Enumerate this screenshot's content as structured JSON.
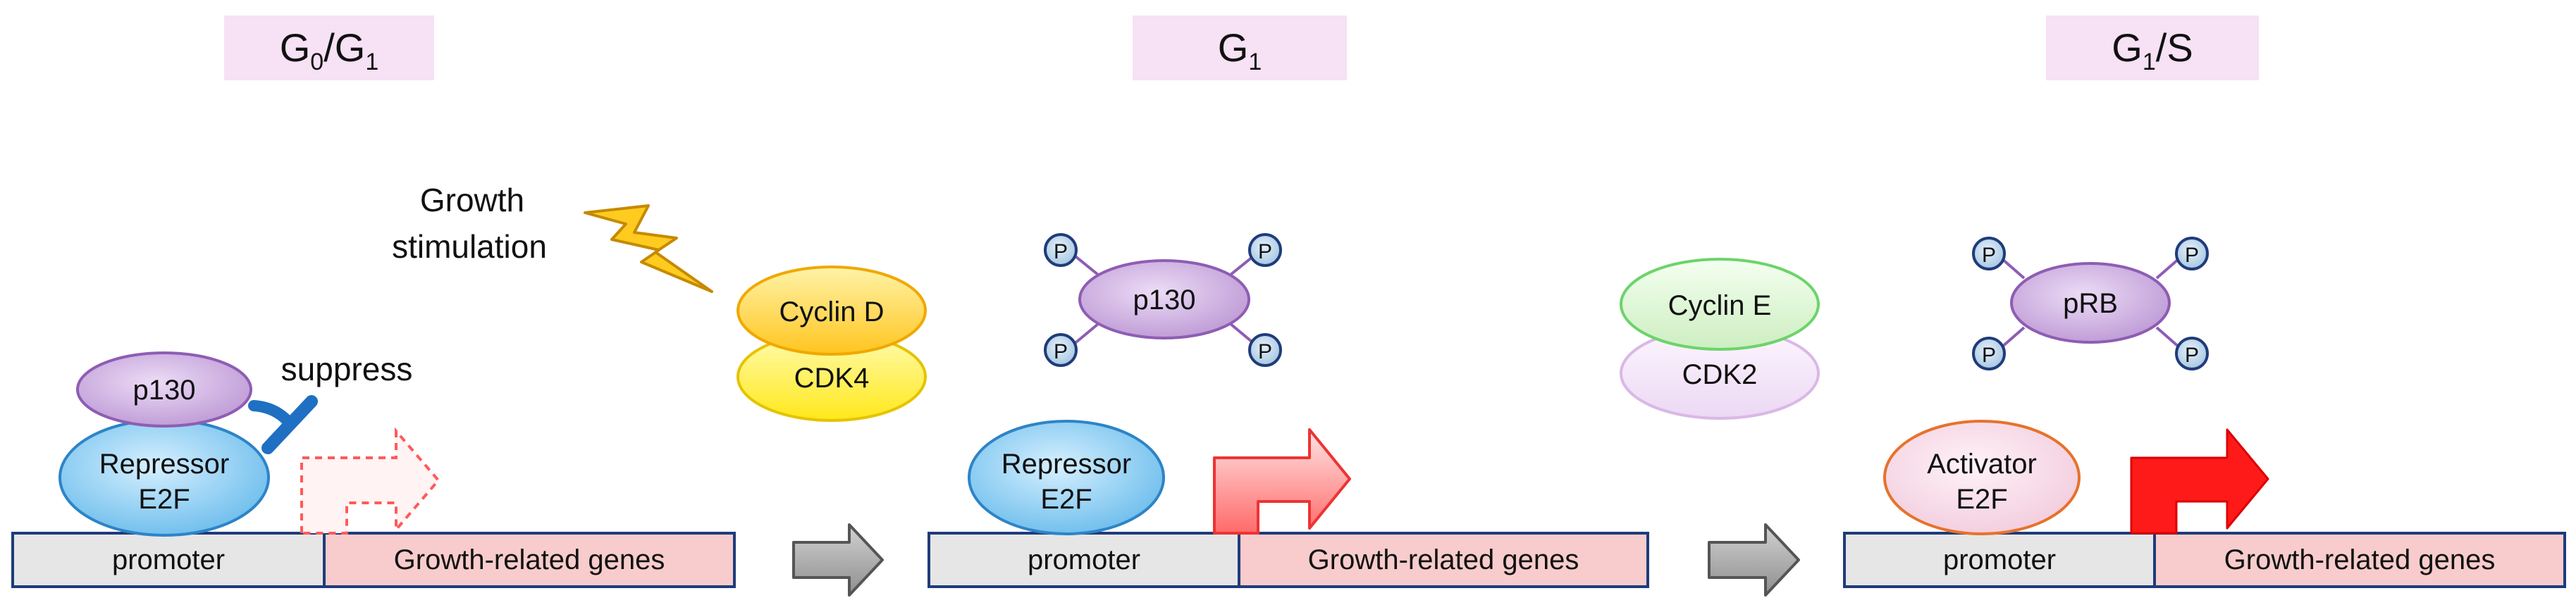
{
  "stages": [
    {
      "label_main": "G",
      "sub1": "0",
      "sep": "/G",
      "sub2": "1",
      "suffix": ""
    },
    {
      "label_main": "G",
      "sub1": "1",
      "sep": "",
      "sub2": "",
      "suffix": ""
    },
    {
      "label_main": "G",
      "sub1": "1",
      "sep": "/S",
      "sub2": "",
      "suffix": ""
    }
  ],
  "panel1": {
    "growth_line1": "Growth",
    "growth_line2": "stimulation",
    "p130": "p130",
    "suppress": "suppress",
    "repressor_line1": "Repressor",
    "repressor_line2": "E2F",
    "promoter": "promoter",
    "genes": "Growth-related genes",
    "cyclin_d": "Cyclin D",
    "cdk4": "CDK4"
  },
  "panel2": {
    "p130": "p130",
    "phospho": "P",
    "repressor_line1": "Repressor",
    "repressor_line2": "E2F",
    "promoter": "promoter",
    "genes": "Growth-related genes",
    "cyclin_e": "Cyclin E",
    "cdk2": "CDK2"
  },
  "panel3": {
    "prb": "pRB",
    "phospho": "P",
    "activator_line1": "Activator",
    "activator_line2": "E2F",
    "promoter": "promoter",
    "genes": "Growth-related genes"
  },
  "colors": {
    "stage_bg": "#f7e1f5",
    "promoter_fill": "#e6e6e6",
    "genes_fill": "#f8cccc",
    "dna_border": "#1f3c7a",
    "repressor_fill": "#8fd0f3",
    "activator_fill": "#f7d6e6",
    "p130_fill": "#c9a7dc",
    "cyclin_d_fill": "#ffd23a",
    "cdk4_fill": "#ffef3c",
    "cyclin_e_fill": "#dcf5d4",
    "cdk2_fill": "#f3e2f7",
    "inhibit_color": "#1f6fc2",
    "arrow_active": "#ff1a1a",
    "step_arrow": "#a9a9a9"
  }
}
